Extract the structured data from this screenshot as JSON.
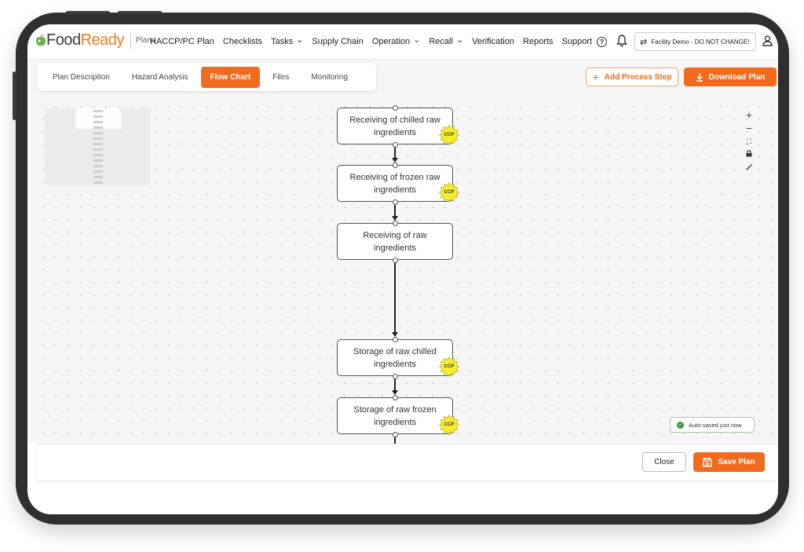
{
  "colors": {
    "brand_orange": "#f26b1d",
    "bezel": "#2f2f2f",
    "ccp_badge": "#f7ef2e",
    "success": "#3a9a42"
  },
  "nav": {
    "logo_part1": "Food",
    "logo_part2": "Ready",
    "plans_label": "Plans",
    "items": [
      {
        "label": "HACCP/PC Plan"
      },
      {
        "label": "Checklists"
      },
      {
        "label": "Tasks",
        "dropdown": true
      },
      {
        "label": "Supply Chain"
      },
      {
        "label": "Operation",
        "dropdown": true
      },
      {
        "label": "Recall",
        "dropdown": true
      },
      {
        "label": "Verification"
      },
      {
        "label": "Reports"
      },
      {
        "label": "Support"
      }
    ],
    "facility": "Facility Demo - DO NOT CHANGE!",
    "icons": {
      "logo": "apple-icon",
      "help": "question-circle-icon",
      "bell": "bell-icon",
      "swap": "swap-icon",
      "user": "user-icon",
      "chevron": "chevron-down-icon"
    }
  },
  "tabs": [
    {
      "label": "Plan Description",
      "active": false
    },
    {
      "label": "Hazard Analysis",
      "active": false
    },
    {
      "label": "Flow Chart",
      "active": true
    },
    {
      "label": "Files",
      "active": false
    },
    {
      "label": "Monitoring",
      "active": false
    }
  ],
  "actions": {
    "add_process_step": "Add Process Step",
    "download_plan": "Download Plan"
  },
  "zoom_controls": {
    "zoom_in": "+",
    "zoom_out": "−",
    "fit_view": "fit-view-icon",
    "lock": "lock-icon",
    "magic": "magic-wand-icon"
  },
  "flow": {
    "nodes": [
      {
        "label": "Receiving of chilled raw ingredients",
        "ccp": true
      },
      {
        "label": "Receiving of frozen raw ingredients",
        "ccp": true
      },
      {
        "label": "Receiving of raw ingredients",
        "ccp": false
      },
      {
        "label": "Storage of raw chilled ingredients",
        "ccp": true
      },
      {
        "label": "Storage of raw frozen ingredients",
        "ccp": true
      }
    ],
    "ccp_label": "CCP"
  },
  "status": {
    "autosave": "Auto-saved just now"
  },
  "footer": {
    "close": "Close",
    "save": "Save Plan",
    "save_icon": "floppy-disk-icon"
  }
}
